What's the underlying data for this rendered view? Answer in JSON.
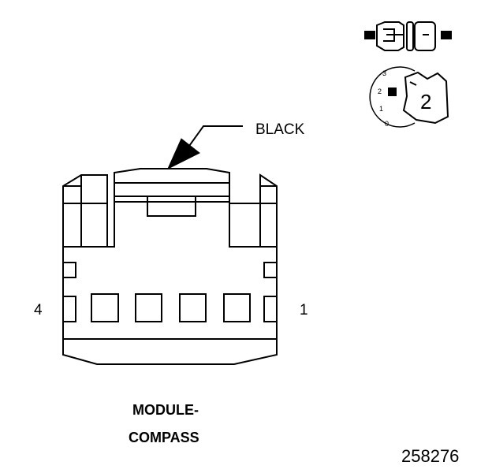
{
  "connector": {
    "color_label": "BLACK",
    "pin_left": "4",
    "pin_right": "1",
    "title_line1": "MODULE-",
    "title_line2": "COMPASS"
  },
  "figure_number": "258276",
  "locator": {
    "positions": [
      "3",
      "2",
      "1",
      "0"
    ],
    "lock_number": "2"
  },
  "colors": {
    "line": "#000000",
    "background": "#ffffff"
  }
}
